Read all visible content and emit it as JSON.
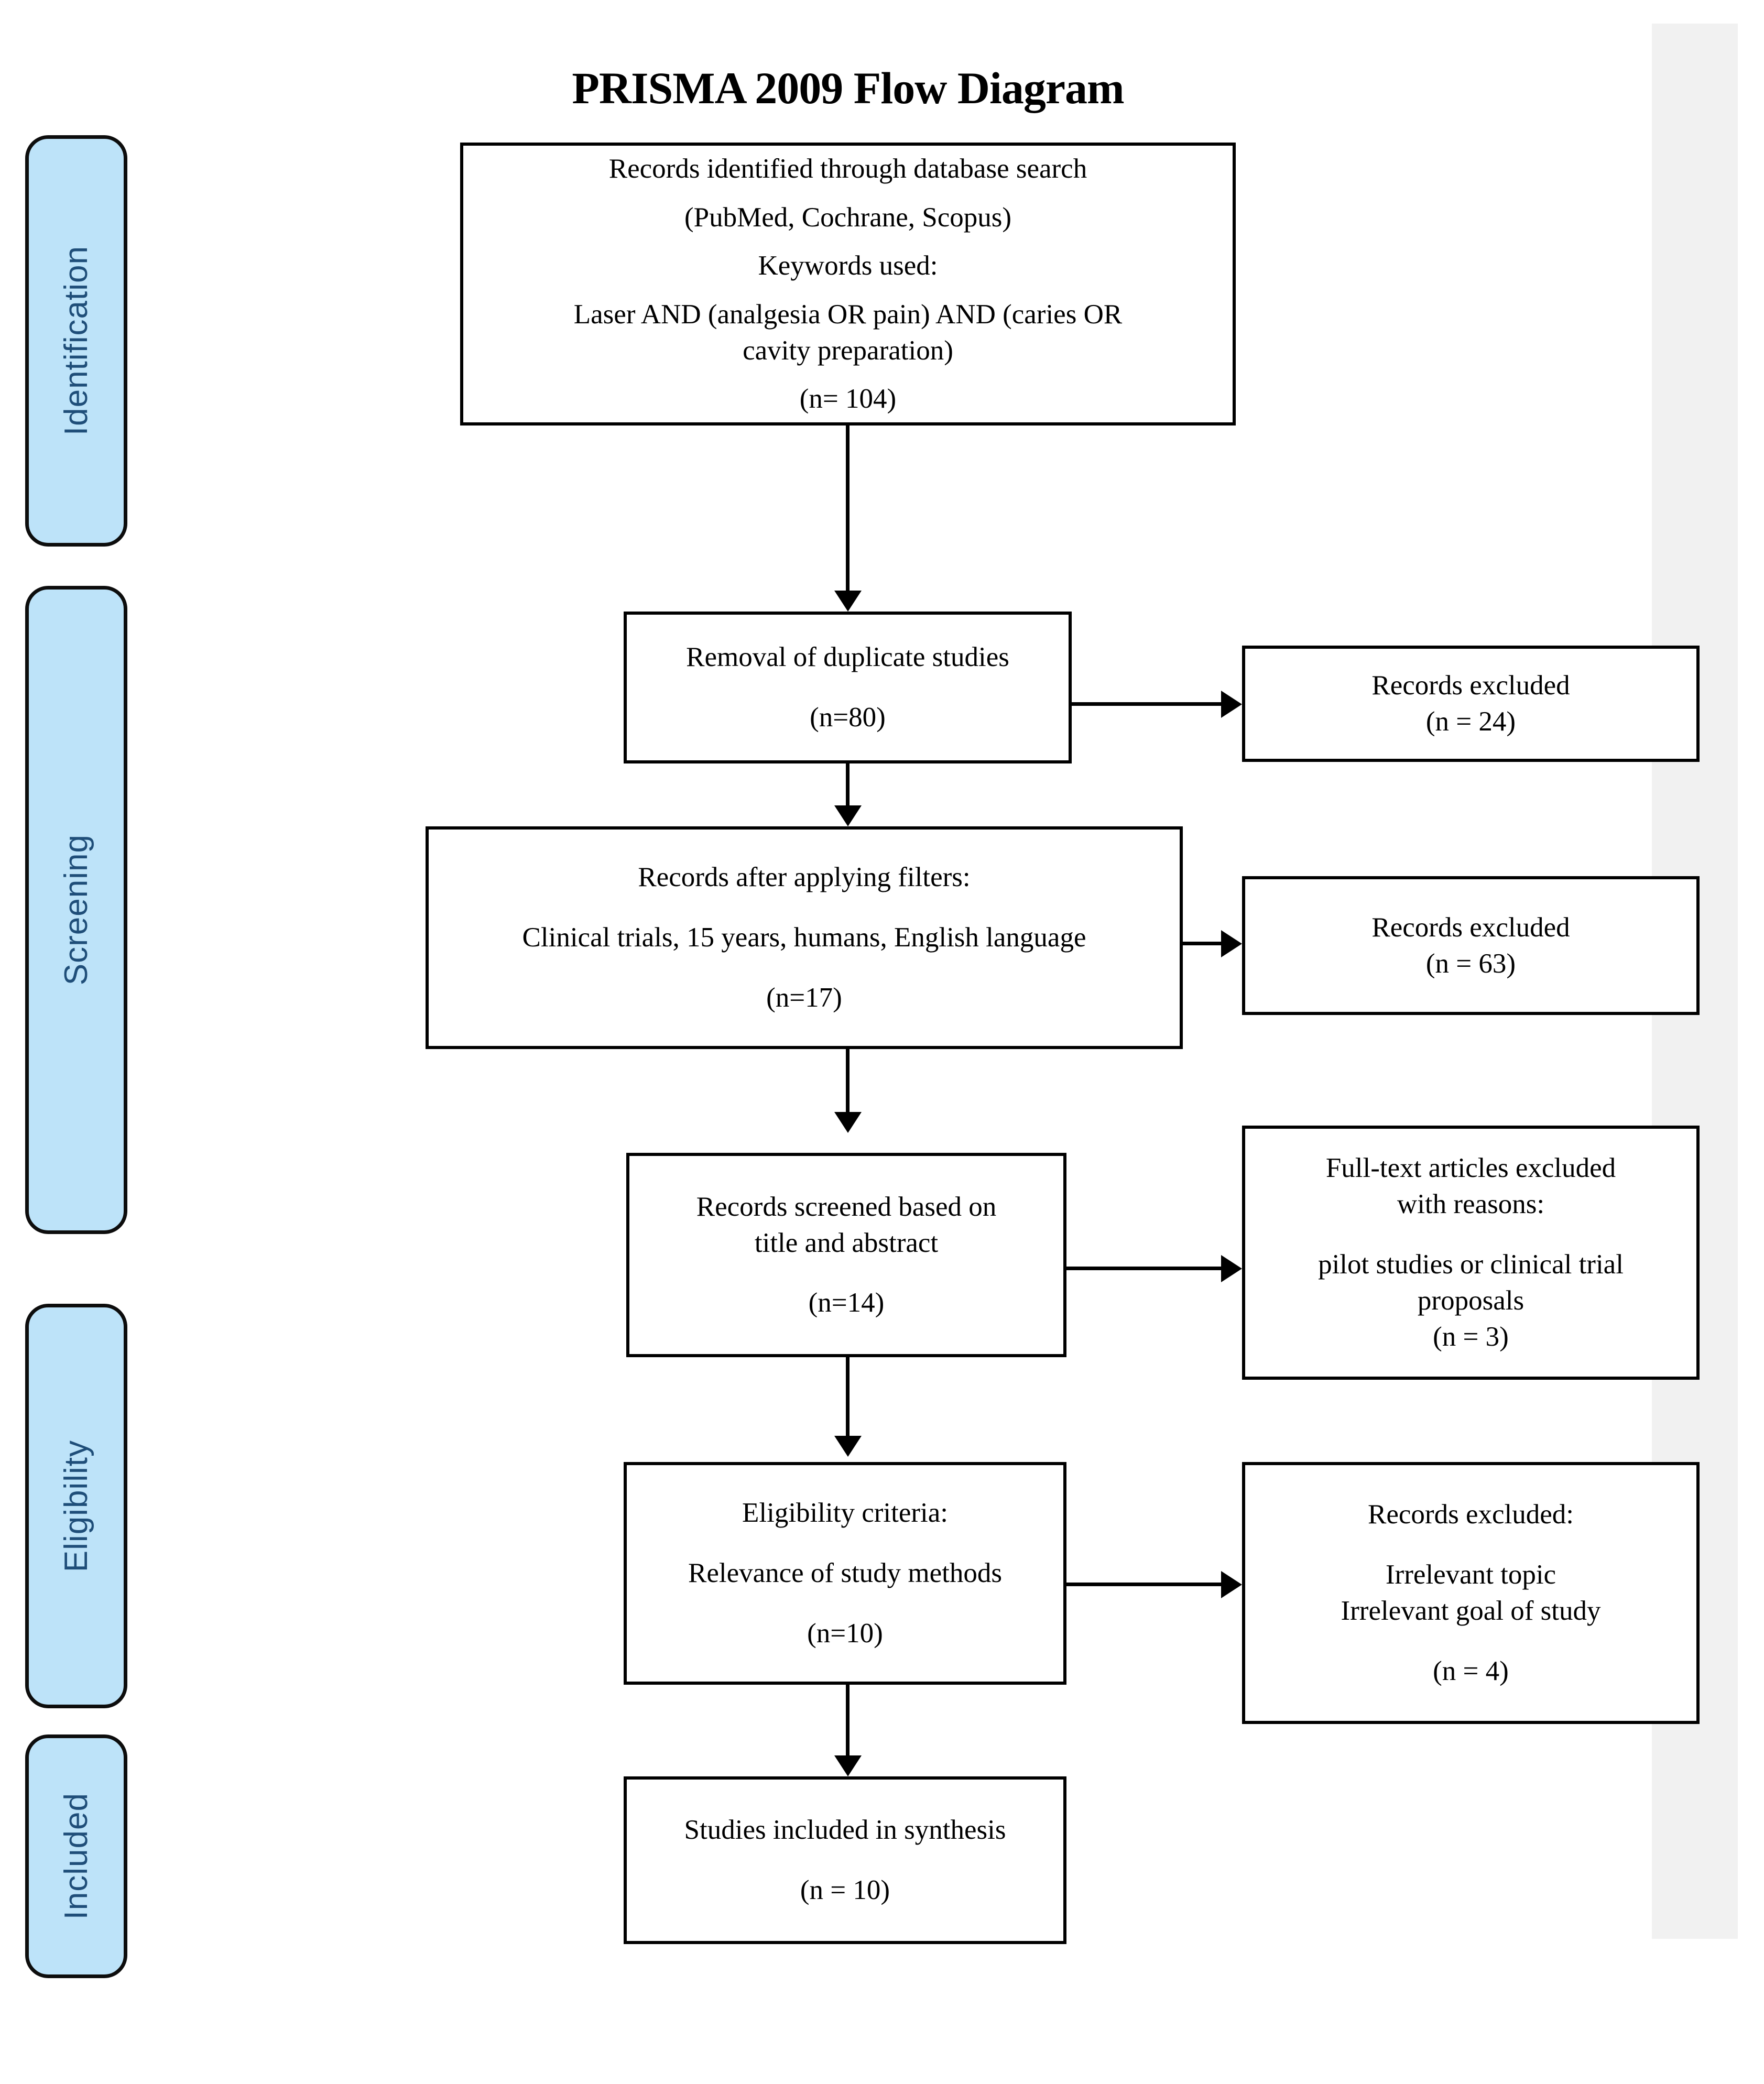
{
  "diagram": {
    "title": "PRISMA 2009 Flow Diagram",
    "accent_blue": "#bde3f9",
    "label_navy": "#1f4e79",
    "strip_gray": "#f1f1f1"
  },
  "phases": [
    {
      "id": "identification",
      "label": "Identification"
    },
    {
      "id": "screening",
      "label": "Screening"
    },
    {
      "id": "eligibility",
      "label": "Eligibility"
    },
    {
      "id": "included",
      "label": "Included"
    }
  ],
  "boxes": {
    "identified": {
      "line1": "Records identified through database search",
      "line2": "(PubMed, Cochrane, Scopus)",
      "line3": "Keywords used:",
      "line4": "Laser AND (analgesia OR pain) AND (caries OR",
      "line5": "cavity preparation)",
      "count": "(n= 104)"
    },
    "duplicates": {
      "line1": "Removal of duplicate studies",
      "count": "(n=80)"
    },
    "filters": {
      "line1": "Records after applying filters:",
      "line2": "Clinical trials, 15 years, humans, English language",
      "count": "(n=17)"
    },
    "screened": {
      "line1": "Records screened based on",
      "line2": "title and abstract",
      "count": "(n=14)"
    },
    "eligibility": {
      "line1": "Eligibility criteria:",
      "line2": "Relevance of study methods",
      "count": "(n=10)"
    },
    "included": {
      "line1": "Studies included in synthesis",
      "count": "(n = 10)"
    },
    "excluded_24": {
      "line1": "Records excluded",
      "count": "(n = 24)"
    },
    "excluded_63": {
      "line1": "Records excluded",
      "count": "(n = 63)"
    },
    "excluded_fulltext": {
      "line1": "Full-text articles excluded",
      "line2": "with reasons:",
      "line3": "pilot studies or clinical trial",
      "line4": "proposals",
      "count": "(n = 3)"
    },
    "excluded_4": {
      "line1": "Records excluded:",
      "line2": "Irrelevant topic",
      "line3": "Irrelevant goal of study",
      "count": "(n = 4)"
    }
  },
  "chart_data": {
    "type": "flowchart",
    "title": "PRISMA 2009 Flow Diagram",
    "nodes": [
      {
        "id": "identified",
        "phase": "Identification",
        "n": 104,
        "label": "Records identified through database search (PubMed, Cochrane, Scopus)"
      },
      {
        "id": "duplicates",
        "phase": "Screening",
        "n": 80,
        "label": "Removal of duplicate studies"
      },
      {
        "id": "excluded_24",
        "phase": "Screening",
        "n": 24,
        "label": "Records excluded"
      },
      {
        "id": "filters",
        "phase": "Screening",
        "n": 17,
        "label": "Records after applying filters: Clinical trials, 15 years, humans, English language"
      },
      {
        "id": "excluded_63",
        "phase": "Screening",
        "n": 63,
        "label": "Records excluded"
      },
      {
        "id": "screened",
        "phase": "Screening",
        "n": 14,
        "label": "Records screened based on title and abstract"
      },
      {
        "id": "excluded_fulltext",
        "phase": "Eligibility",
        "n": 3,
        "label": "Full-text articles excluded with reasons: pilot studies or clinical trial proposals"
      },
      {
        "id": "eligibility",
        "phase": "Eligibility",
        "n": 10,
        "label": "Eligibility criteria: Relevance of study methods"
      },
      {
        "id": "excluded_4",
        "phase": "Eligibility",
        "n": 4,
        "label": "Records excluded: Irrelevant topic, Irrelevant goal of study"
      },
      {
        "id": "included",
        "phase": "Included",
        "n": 10,
        "label": "Studies included in synthesis"
      }
    ],
    "edges": [
      {
        "from": "identified",
        "to": "duplicates",
        "direction": "down"
      },
      {
        "from": "duplicates",
        "to": "excluded_24",
        "direction": "right"
      },
      {
        "from": "duplicates",
        "to": "filters",
        "direction": "down"
      },
      {
        "from": "filters",
        "to": "excluded_63",
        "direction": "right"
      },
      {
        "from": "filters",
        "to": "screened",
        "direction": "down"
      },
      {
        "from": "screened",
        "to": "excluded_fulltext",
        "direction": "right"
      },
      {
        "from": "screened",
        "to": "eligibility",
        "direction": "down"
      },
      {
        "from": "eligibility",
        "to": "excluded_4",
        "direction": "right"
      },
      {
        "from": "eligibility",
        "to": "included",
        "direction": "down"
      }
    ]
  }
}
